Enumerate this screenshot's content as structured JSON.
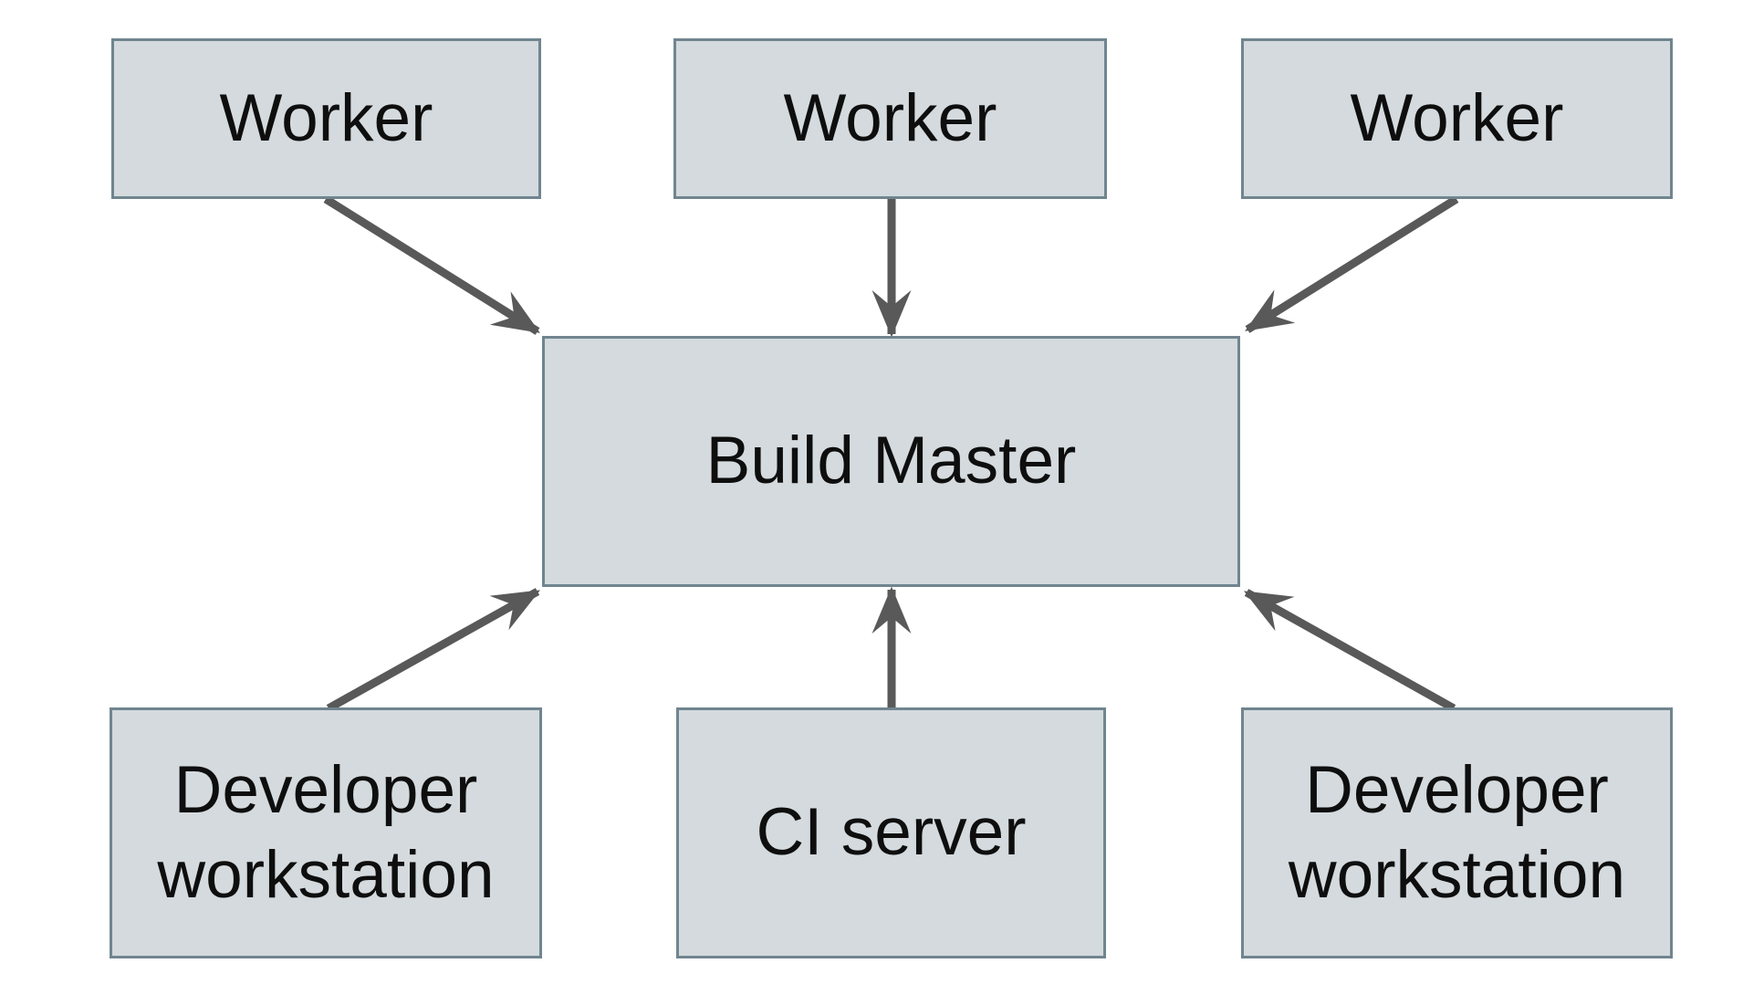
{
  "diagram": {
    "nodes": [
      {
        "id": "worker-1",
        "label": "Worker"
      },
      {
        "id": "worker-2",
        "label": "Worker"
      },
      {
        "id": "worker-3",
        "label": "Worker"
      },
      {
        "id": "build-master",
        "label": "Build Master"
      },
      {
        "id": "dev-workstation-1",
        "label": "Developer workstation"
      },
      {
        "id": "ci-server",
        "label": "CI server"
      },
      {
        "id": "dev-workstation-2",
        "label": "Developer workstation"
      }
    ],
    "edges": [
      {
        "from": "worker-1",
        "to": "build-master"
      },
      {
        "from": "worker-2",
        "to": "build-master"
      },
      {
        "from": "worker-3",
        "to": "build-master"
      },
      {
        "from": "dev-workstation-1",
        "to": "build-master"
      },
      {
        "from": "ci-server",
        "to": "build-master"
      },
      {
        "from": "dev-workstation-2",
        "to": "build-master"
      }
    ]
  },
  "colors": {
    "background": "#ffffff",
    "node_fill": "#d4dadd",
    "node_border": "#70858f",
    "arrow": "#595959",
    "text": "#0e0e0e"
  }
}
